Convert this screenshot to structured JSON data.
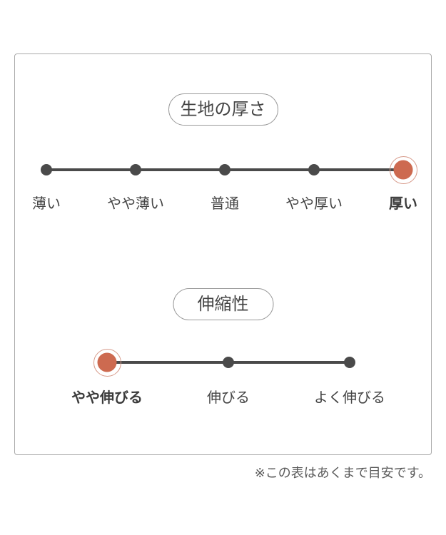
{
  "sections": [
    {
      "title": "生地の厚さ",
      "items": [
        {
          "label": "薄い",
          "selected": false
        },
        {
          "label": "やや薄い",
          "selected": false
        },
        {
          "label": "普通",
          "selected": false
        },
        {
          "label": "やや厚い",
          "selected": false
        },
        {
          "label": "厚い",
          "selected": true
        }
      ]
    },
    {
      "title": "伸縮性",
      "items": [
        {
          "label": "やや伸びる",
          "selected": true
        },
        {
          "label": "伸びる",
          "selected": false
        },
        {
          "label": "よく伸びる",
          "selected": false
        }
      ]
    }
  ],
  "footnote": "※この表はあくまで目安です。",
  "colors": {
    "accent": "#cd6a50",
    "accent_ring": "#d79a8a",
    "ink": "#4a4a4a",
    "text": "#444444",
    "muted": "#595959",
    "box_border": "#a9a9a9",
    "pill_border": "#9a9a9a"
  }
}
